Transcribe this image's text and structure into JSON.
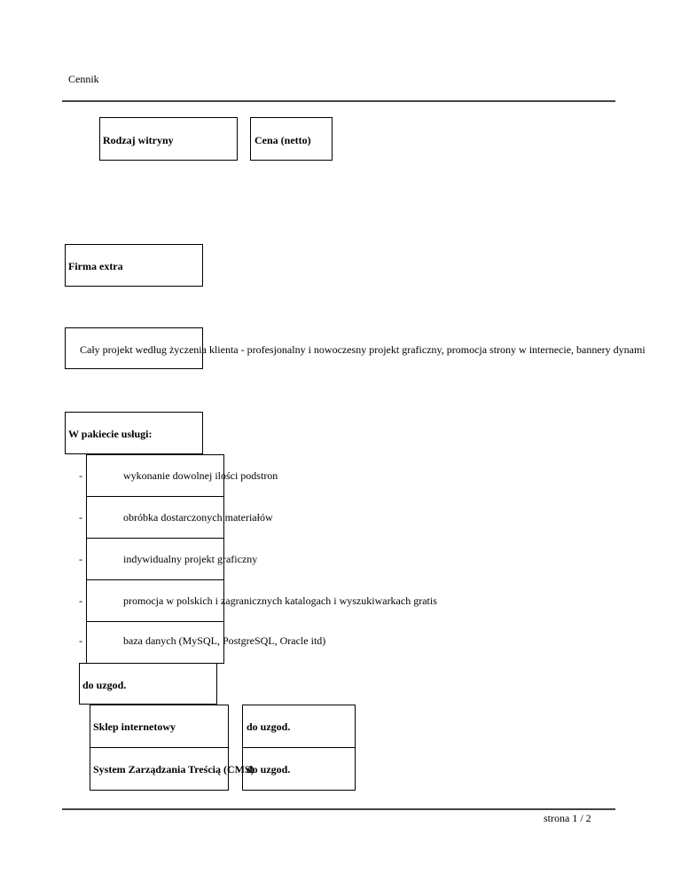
{
  "header": {
    "title": "Cennik"
  },
  "table_header": {
    "col1": "Rodzaj witryny",
    "col2": "Cena (netto)"
  },
  "section": {
    "name": "Firma extra",
    "description": "Cały projekt według życzenia klienta - profesjonalny i nowoczesny projekt graficzny, promocja strony w internecie, bannery dynami",
    "package_heading": "W pakiecie usługi:",
    "bullet": "-",
    "items": [
      "wykonanie dowolnej ilości podstron",
      "obróbka dostarczonych materiałów",
      "indywidualny projekt graficzny",
      "promocja w polskich i zagranicznych katalogach i wyszukiwarkach gratis",
      "baza danych (MySQL, PostgreSQL, Oracle itd)"
    ],
    "price": "do uzgod."
  },
  "rows": [
    {
      "name": "Sklep internetowy",
      "price": "do uzgod."
    },
    {
      "name": "System Zarządzania Treścią (CMS)",
      "price": "do uzgod."
    }
  ],
  "footer": {
    "page": "strona 1 / 2"
  }
}
